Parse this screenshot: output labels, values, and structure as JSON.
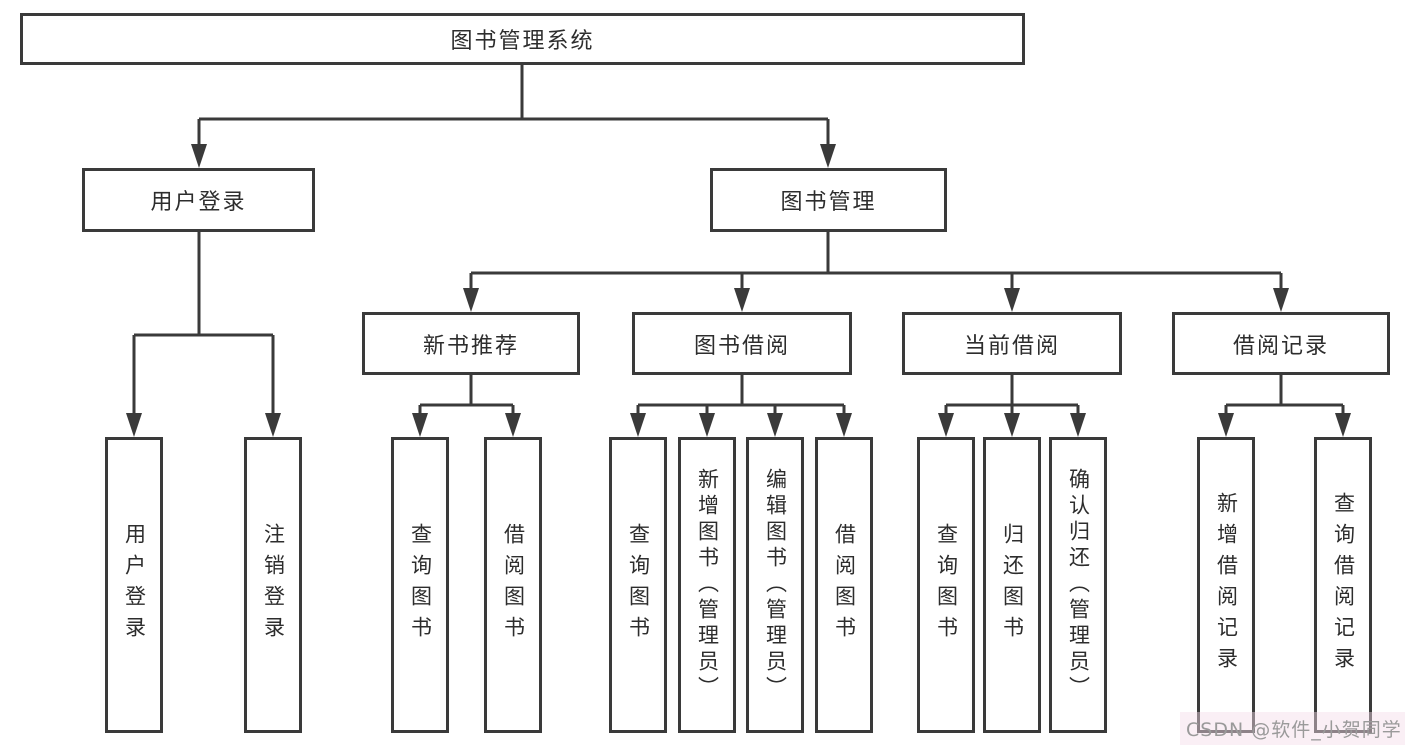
{
  "diagram_type": "hierarchy-tree",
  "tree": {
    "label": "图书管理系统",
    "children": [
      {
        "label": "用户登录",
        "children": [
          {
            "label": "用户登录"
          },
          {
            "label": "注销登录"
          }
        ]
      },
      {
        "label": "图书管理",
        "children": [
          {
            "label": "新书推荐",
            "children": [
              {
                "label": "查询图书"
              },
              {
                "label": "借阅图书"
              }
            ]
          },
          {
            "label": "图书借阅",
            "children": [
              {
                "label": "查询图书"
              },
              {
                "label": "新增图书（管理员）"
              },
              {
                "label": "编辑图书（管理员）"
              },
              {
                "label": "借阅图书"
              }
            ]
          },
          {
            "label": "当前借阅",
            "children": [
              {
                "label": "查询图书"
              },
              {
                "label": "归还图书"
              },
              {
                "label": "确认归还（管理员）"
              }
            ]
          },
          {
            "label": "借阅记录",
            "children": [
              {
                "label": "新增借阅记录"
              },
              {
                "label": "查询借阅记录"
              }
            ]
          }
        ]
      }
    ]
  },
  "watermark": {
    "text": "CSDN @软件_小贺同学"
  },
  "colors": {
    "background": "#ffffff",
    "line": "#3a3a3a",
    "box_border": "#3a3a3a",
    "text": "#2d2d2d",
    "watermark_text": "#9a9a9a"
  }
}
